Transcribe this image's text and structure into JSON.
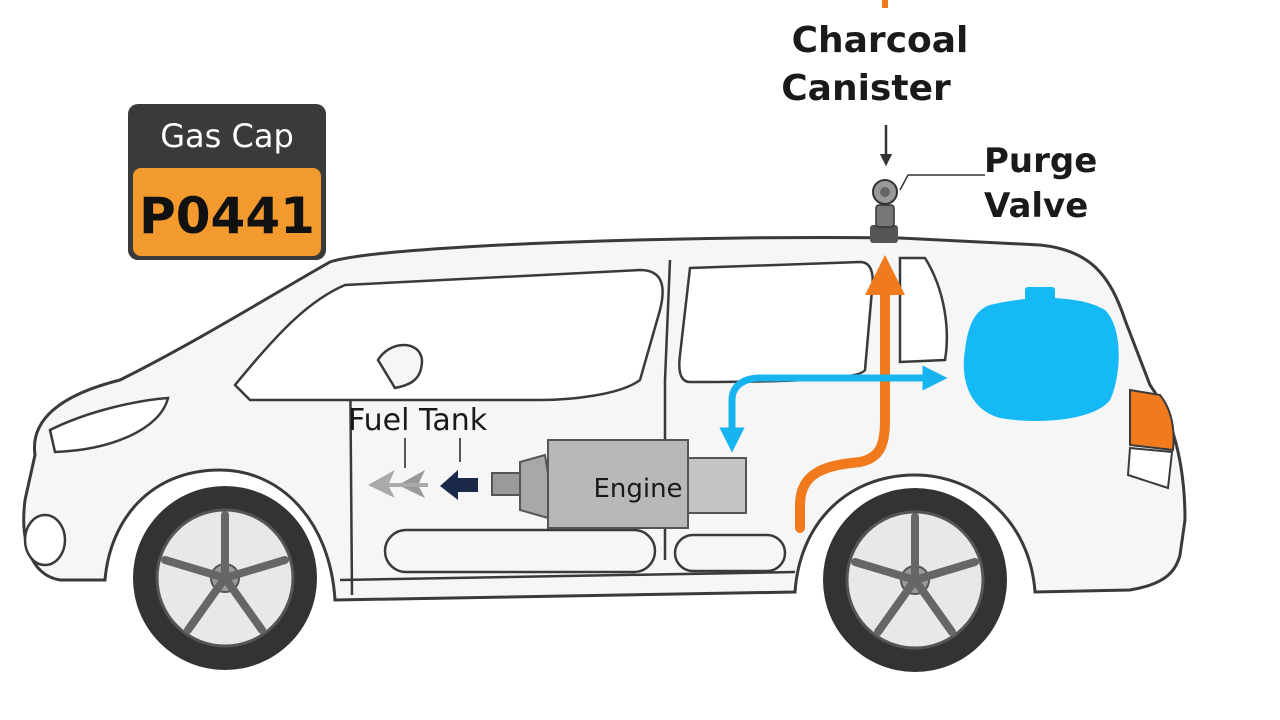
{
  "badge": {
    "header": "Gas Cap",
    "code": "P0441",
    "header_color": "#3a3a3a",
    "code_color": "#f29a2e"
  },
  "labels": {
    "canister_line1": "Charcoal",
    "canister_line2": "Canister",
    "purge_line1": "Purge",
    "purge_line2": "Valve",
    "fuel_tank": "Fuel Tank",
    "engine": "Engine"
  },
  "colors": {
    "vapor_flow": "#f07a1c",
    "fuel_flow": "#17b4f0",
    "tank": "#14b9f5",
    "body_outline": "#3a3a3a",
    "body_fill": "#f6f6f6",
    "engine_fill": "#b8b8b8",
    "tail_light": "#f07a1c"
  },
  "icons": [
    "purge-valve-icon",
    "flow-arrow-icon",
    "wheel-icon"
  ]
}
